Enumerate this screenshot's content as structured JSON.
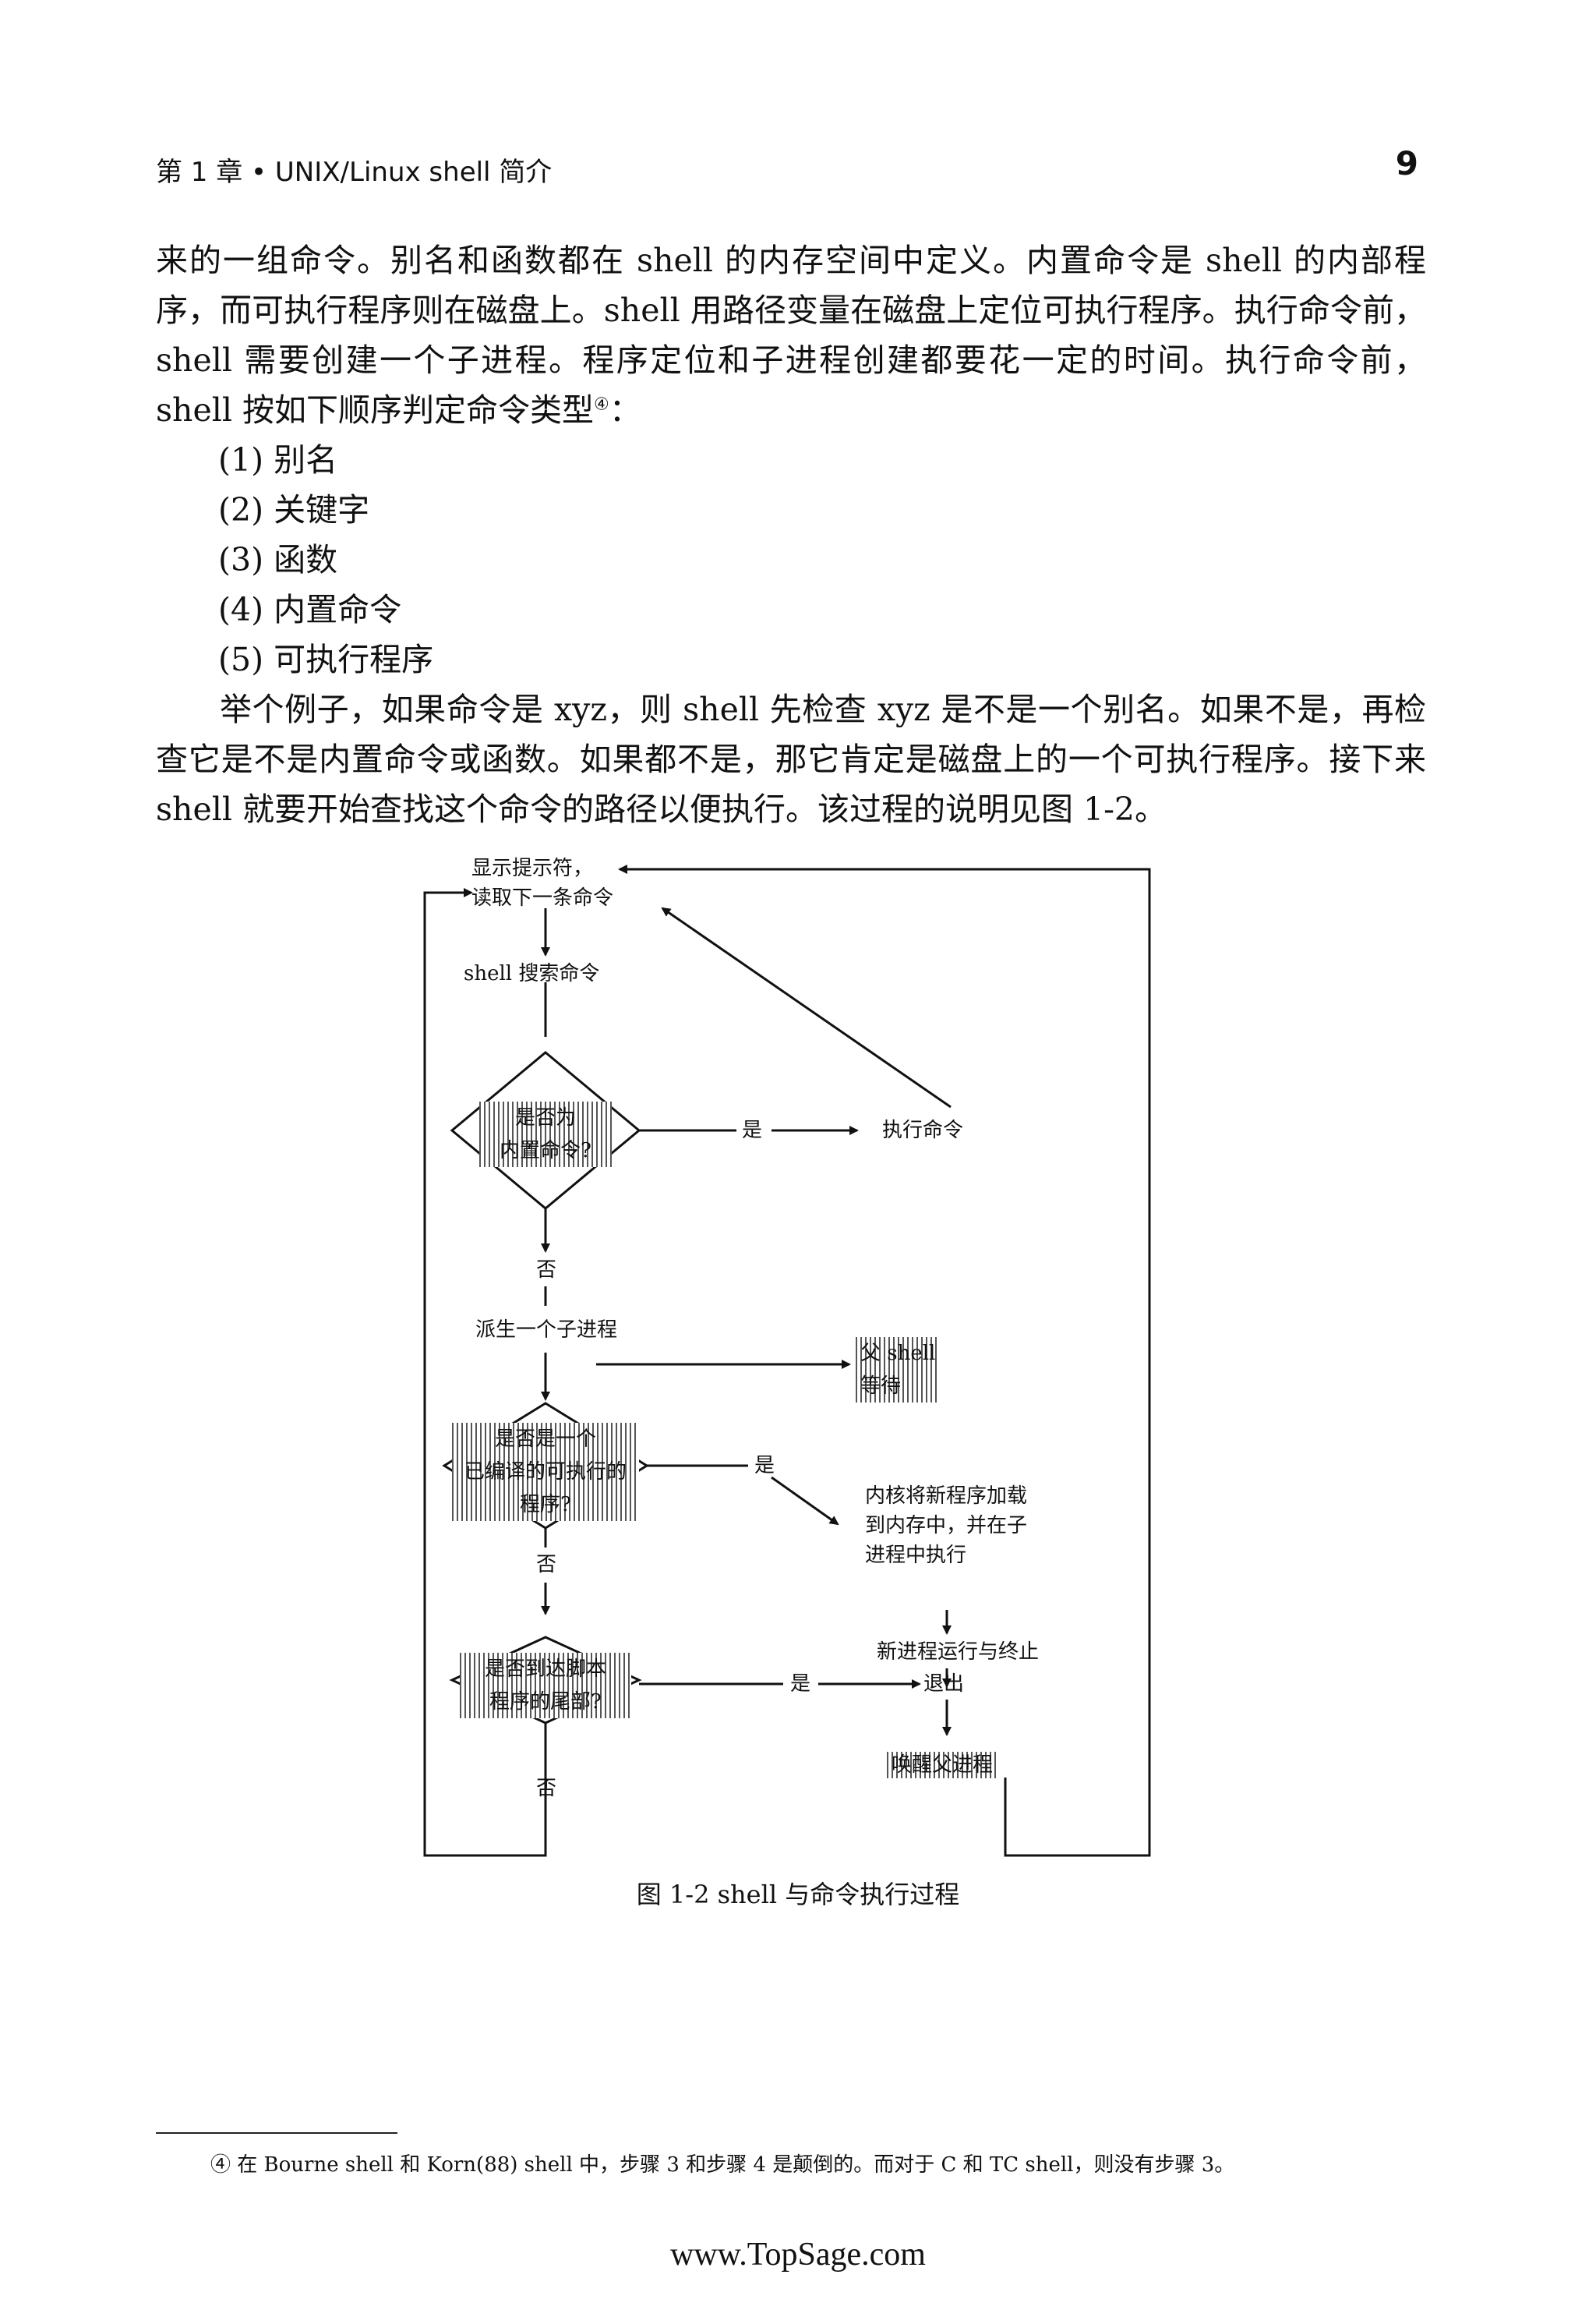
{
  "header": {
    "chapter": "第 1 章 • UNIX/Linux shell 简介",
    "page_number": "9"
  },
  "body": {
    "para1": "来的一组命令。别名和函数都在 shell 的内存空间中定义。内置命令是 shell 的内部程序，而可执行程序则在磁盘上。shell 用路径变量在磁盘上定位可执行程序。执行命令前，shell 需要创建一个子进程。程序定位和子进程创建都要花一定的时间。执行命令前，shell 按如下顺序判定命令类型",
    "para1_footnote_mark": "④",
    "para1_end": "：",
    "list": [
      "(1) 别名",
      "(2) 关键字",
      "(3) 函数",
      "(4) 内置命令",
      "(5) 可执行程序"
    ],
    "para2": "举个例子，如果命令是 xyz，则 shell 先检查 xyz 是不是一个别名。如果不是，再检查它是不是内置命令或函数。如果都不是，那它肯定是磁盘上的一个可执行程序。接下来 shell 就要开始查找这个命令的路径以便执行。该过程的说明见图 1-2。"
  },
  "figure": {
    "prompt_line1": "显示提示符，",
    "prompt_line2": "读取下一条命令",
    "search": "shell 搜索命令",
    "decision1_line1": "是否为",
    "decision1_line2": "内置命令?",
    "yes1": "是",
    "exec_cmd": "执行命令",
    "no1": "否",
    "fork": "派生一个子进程",
    "parent_wait_line1": "父 shell",
    "parent_wait_line2": "等待",
    "decision2_line1": "是否是一个",
    "decision2_line2": "已编译的可执行的",
    "decision2_line3": "程序?",
    "yes2": "是",
    "load_line1": "内核将新程序加载",
    "load_line2": "到内存中，并在子",
    "load_line3": "进程中执行",
    "no2": "否",
    "run_end": "新进程运行与终止",
    "decision3_line1": "是否到达脚本",
    "decision3_line2": "程序的尾部?",
    "yes3": "是",
    "exit": "退出",
    "wake_parent": "唤醒父进程",
    "no3": "否"
  },
  "caption": "图 1-2   shell 与命令执行过程",
  "footnote": "④  在 Bourne shell 和 Korn(88) shell 中，步骤 3 和步骤 4 是颠倒的。而对于 C 和 TC shell，则没有步骤 3。",
  "watermark": "www.TopSage.com"
}
